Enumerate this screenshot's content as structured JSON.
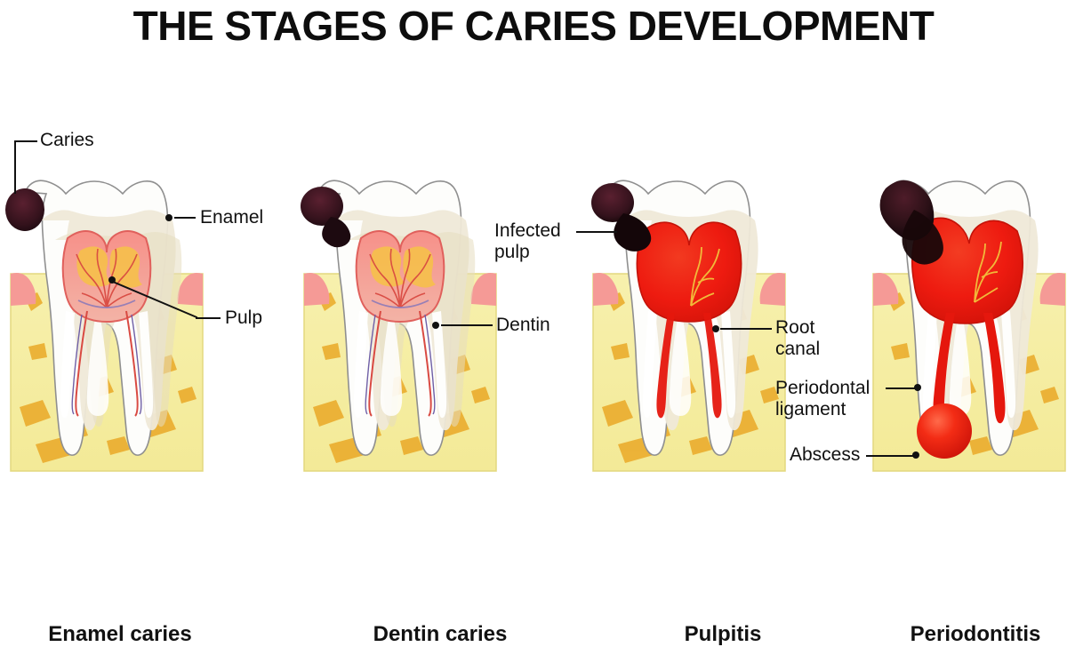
{
  "title": "THE STAGES OF CARIES DEVELOPMENT",
  "colors": {
    "background": "#ffffff",
    "text": "#111111",
    "enamel": "#fdfdfb",
    "enamel_outline": "#8a8a8a",
    "dentin": "#efe9d8",
    "dentin_inner": "#e3dcc5",
    "pulp_pink": "#f2827e",
    "pulp_core": "#f6c04a",
    "pulp_light": "#f7a9a2",
    "caries_dark": "#2b1016",
    "caries_mid": "#4a1822",
    "infected_red": "#ef1b13",
    "abscess_red": "#ef1f14",
    "gum_pink": "#f59a96",
    "bone_yellow": "#f6efa6",
    "bone_trabecula": "#edad2c",
    "vessel_red": "#e0443c",
    "nerve_purple": "#8d7ab8"
  },
  "panels": [
    {
      "id": "enamel-caries",
      "caption": "Enamel caries",
      "stage_index": 1,
      "labels": [
        {
          "name": "caries",
          "text": "Caries",
          "kind": "elbow"
        },
        {
          "name": "enamel",
          "text": "Enamel",
          "kind": "straight"
        },
        {
          "name": "pulp",
          "text": "Pulp",
          "kind": "diagonal"
        }
      ]
    },
    {
      "id": "dentin-caries",
      "caption": "Dentin caries",
      "stage_index": 2,
      "labels": [
        {
          "name": "dentin",
          "text": "Dentin",
          "kind": "straight"
        }
      ]
    },
    {
      "id": "pulpitis",
      "caption": "Pulpitis",
      "stage_index": 3,
      "labels": [
        {
          "name": "infected-pulp",
          "line1": "Infected",
          "line2": "pulp",
          "kind": "straight"
        },
        {
          "name": "root-canal",
          "line1": "Root",
          "line2": "canal",
          "kind": "straight"
        }
      ]
    },
    {
      "id": "periodontitis",
      "caption": "Periodontitis",
      "stage_index": 4,
      "labels": [
        {
          "name": "periodontal-ligament",
          "line1": "Periodontal",
          "line2": "ligament",
          "kind": "straight"
        },
        {
          "name": "abscess",
          "text": "Abscess",
          "kind": "straight"
        }
      ]
    }
  ]
}
